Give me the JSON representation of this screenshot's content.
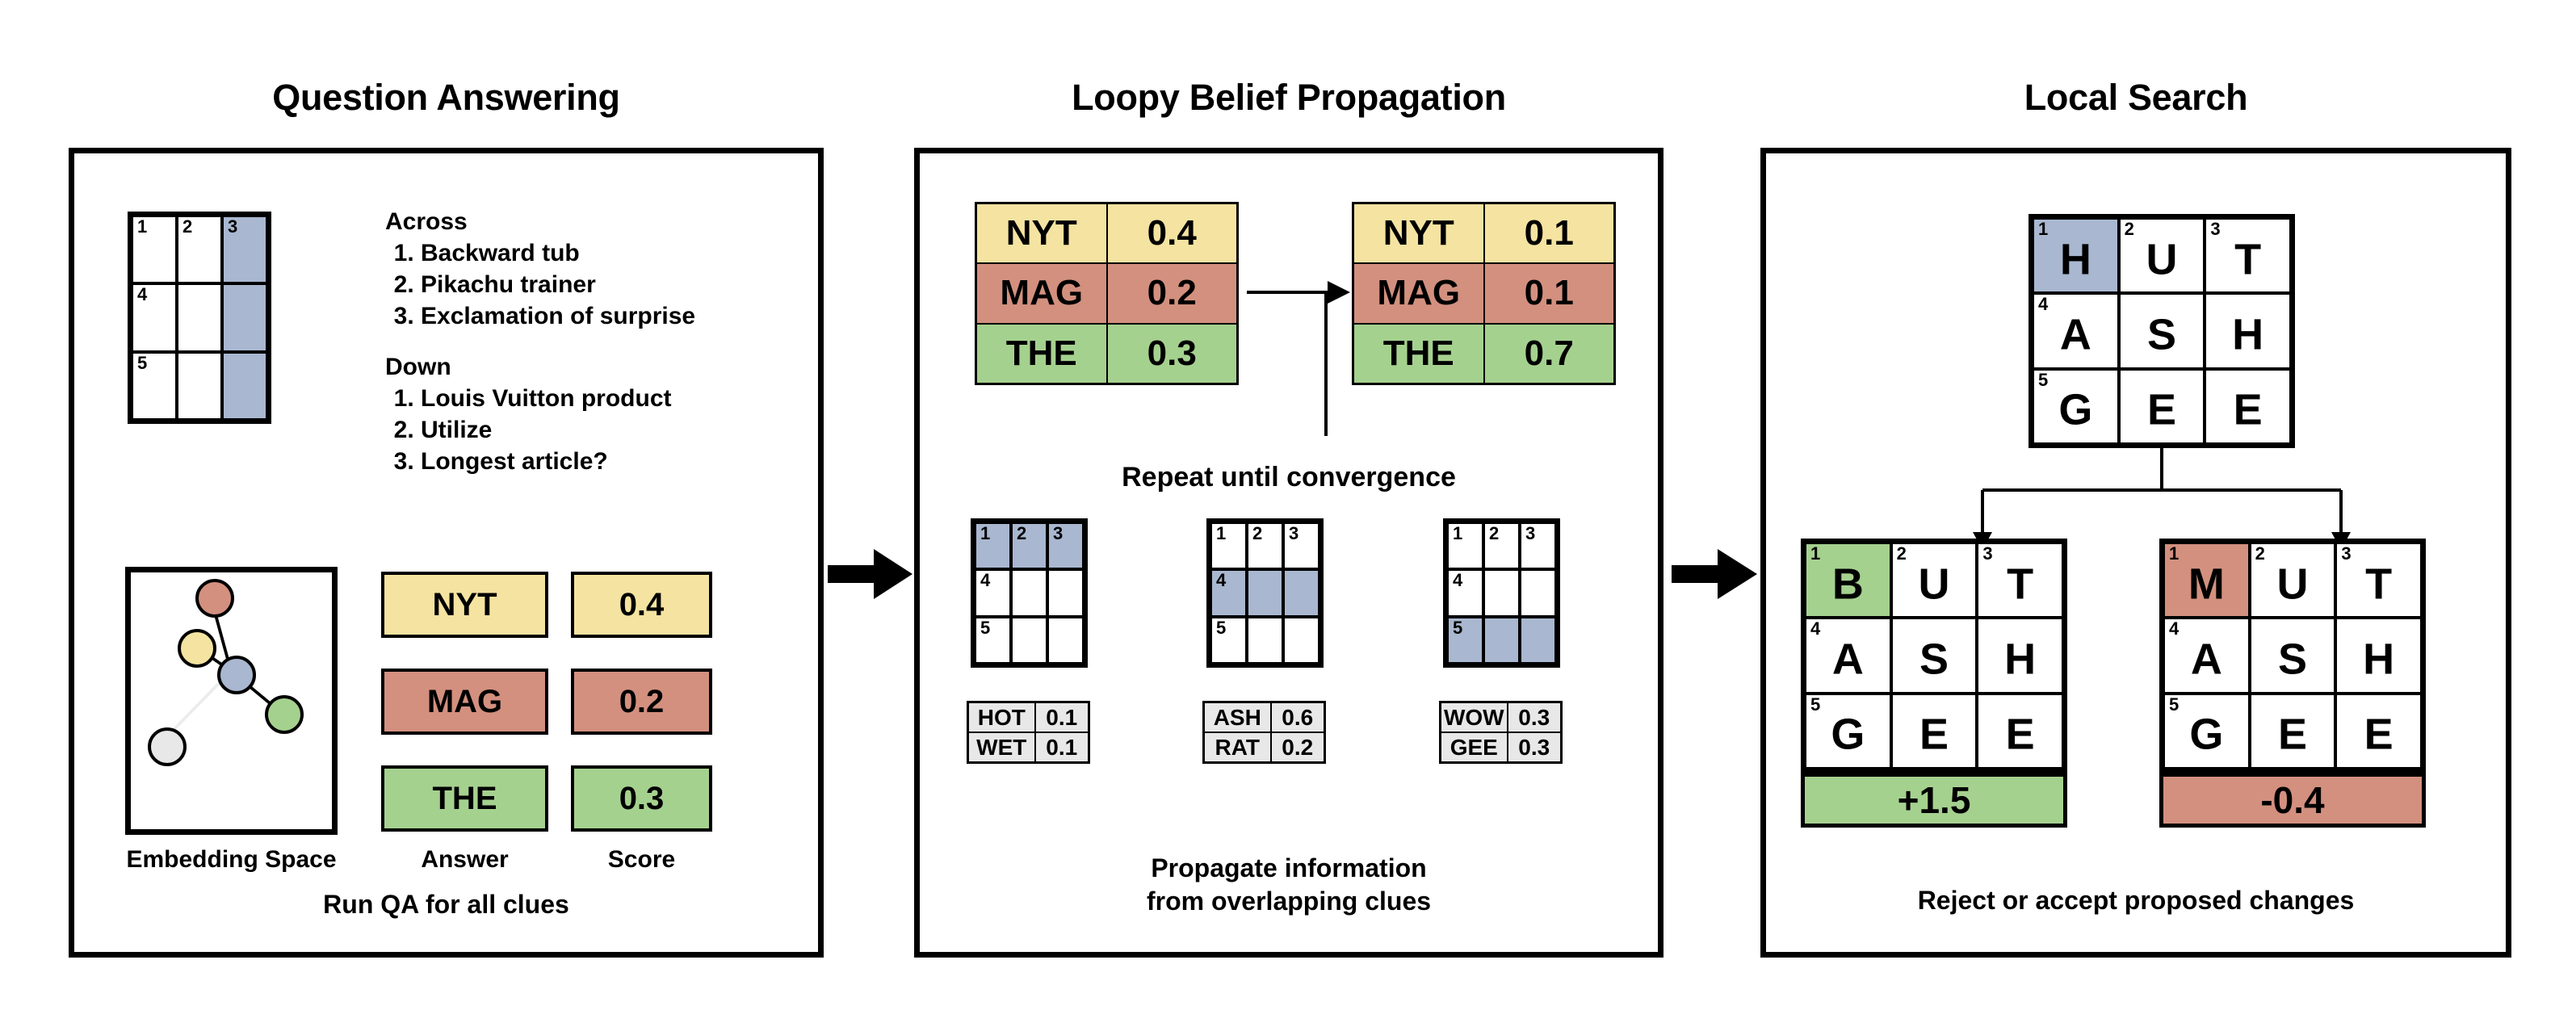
{
  "panels": [
    {
      "title": "Question Answering",
      "caption": "Run QA for all clues"
    },
    {
      "title": "Loopy Belief Propagation",
      "caption": "Propagate information\nfrom overlapping clues"
    },
    {
      "title": "Local Search",
      "caption": "Reject or accept proposed changes"
    }
  ],
  "qa": {
    "grid": {
      "rows": 3,
      "cols": 3,
      "cells": [
        {
          "num": "1",
          "letter": "",
          "fill": "white"
        },
        {
          "num": "2",
          "letter": "",
          "fill": "white"
        },
        {
          "num": "3",
          "letter": "",
          "fill": "blue"
        },
        {
          "num": "4",
          "letter": "",
          "fill": "white"
        },
        {
          "num": "",
          "letter": "",
          "fill": "white"
        },
        {
          "num": "",
          "letter": "",
          "fill": "blue"
        },
        {
          "num": "5",
          "letter": "",
          "fill": "white"
        },
        {
          "num": "",
          "letter": "",
          "fill": "white"
        },
        {
          "num": "",
          "letter": "",
          "fill": "blue"
        }
      ]
    },
    "clues": {
      "across_head": "Across",
      "across": [
        "Backward tub",
        "Pikachu trainer",
        "Exclamation of surprise"
      ],
      "down_head": "Down",
      "down": [
        "Louis Vuitton product",
        "Utilize",
        "Longest article?"
      ]
    },
    "embedding_label": "Embedding Space",
    "answer_label": "Answer",
    "score_label": "Score",
    "rows": [
      {
        "answer": "NYT",
        "score": "0.4",
        "color": "yellow"
      },
      {
        "answer": "MAG",
        "score": "0.2",
        "color": "red"
      },
      {
        "answer": "THE",
        "score": "0.3",
        "color": "green"
      }
    ],
    "embedding_nodes": [
      {
        "name": "node-red",
        "color": "#d3907f"
      },
      {
        "name": "node-yellow",
        "color": "#f5e3a1"
      },
      {
        "name": "node-blue",
        "color": "#a9b7d0"
      },
      {
        "name": "node-green",
        "color": "#a5d18f"
      },
      {
        "name": "node-gray",
        "color": "#e8e8e8"
      }
    ]
  },
  "lbp": {
    "repeat_label": "Repeat until convergence",
    "table_before": [
      {
        "answer": "NYT",
        "score": "0.4",
        "color": "yellow"
      },
      {
        "answer": "MAG",
        "score": "0.2",
        "color": "red"
      },
      {
        "answer": "THE",
        "score": "0.3",
        "color": "green"
      }
    ],
    "table_after": [
      {
        "answer": "NYT",
        "score": "0.1",
        "color": "yellow"
      },
      {
        "answer": "MAG",
        "score": "0.1",
        "color": "red"
      },
      {
        "answer": "THE",
        "score": "0.7",
        "color": "green"
      }
    ],
    "grids": [
      {
        "highlight": "row1",
        "cells": [
          {
            "num": "1",
            "fill": "blue"
          },
          {
            "num": "2",
            "fill": "blue"
          },
          {
            "num": "3",
            "fill": "blue"
          },
          {
            "num": "4",
            "fill": "white"
          },
          {
            "num": "",
            "fill": "white"
          },
          {
            "num": "",
            "fill": "white"
          },
          {
            "num": "5",
            "fill": "white"
          },
          {
            "num": "",
            "fill": "white"
          },
          {
            "num": "",
            "fill": "white"
          }
        ],
        "candidates": [
          {
            "word": "HOT",
            "score": "0.1"
          },
          {
            "word": "WET",
            "score": "0.1"
          }
        ]
      },
      {
        "highlight": "row2",
        "cells": [
          {
            "num": "1",
            "fill": "white"
          },
          {
            "num": "2",
            "fill": "white"
          },
          {
            "num": "3",
            "fill": "white"
          },
          {
            "num": "4",
            "fill": "blue"
          },
          {
            "num": "",
            "fill": "blue"
          },
          {
            "num": "",
            "fill": "blue"
          },
          {
            "num": "5",
            "fill": "white"
          },
          {
            "num": "",
            "fill": "white"
          },
          {
            "num": "",
            "fill": "white"
          }
        ],
        "candidates": [
          {
            "word": "ASH",
            "score": "0.6"
          },
          {
            "word": "RAT",
            "score": "0.2"
          }
        ]
      },
      {
        "highlight": "row3",
        "cells": [
          {
            "num": "1",
            "fill": "white"
          },
          {
            "num": "2",
            "fill": "white"
          },
          {
            "num": "3",
            "fill": "white"
          },
          {
            "num": "4",
            "fill": "white"
          },
          {
            "num": "",
            "fill": "white"
          },
          {
            "num": "",
            "fill": "white"
          },
          {
            "num": "5",
            "fill": "blue"
          },
          {
            "num": "",
            "fill": "blue"
          },
          {
            "num": "",
            "fill": "blue"
          }
        ],
        "candidates": [
          {
            "word": "WOW",
            "score": "0.3"
          },
          {
            "word": "GEE",
            "score": "0.3"
          }
        ]
      }
    ]
  },
  "local_search": {
    "parent_grid": [
      {
        "num": "1",
        "letter": "H",
        "fill": "blue"
      },
      {
        "num": "2",
        "letter": "U",
        "fill": "white"
      },
      {
        "num": "3",
        "letter": "T",
        "fill": "white"
      },
      {
        "num": "4",
        "letter": "A",
        "fill": "white"
      },
      {
        "num": "",
        "letter": "S",
        "fill": "white"
      },
      {
        "num": "",
        "letter": "H",
        "fill": "white"
      },
      {
        "num": "5",
        "letter": "G",
        "fill": "white"
      },
      {
        "num": "",
        "letter": "E",
        "fill": "white"
      },
      {
        "num": "",
        "letter": "E",
        "fill": "white"
      }
    ],
    "children": [
      {
        "name": "accepted-proposal",
        "cells": [
          {
            "num": "1",
            "letter": "B",
            "fill": "green"
          },
          {
            "num": "2",
            "letter": "U",
            "fill": "white"
          },
          {
            "num": "3",
            "letter": "T",
            "fill": "white"
          },
          {
            "num": "4",
            "letter": "A",
            "fill": "white"
          },
          {
            "num": "",
            "letter": "S",
            "fill": "white"
          },
          {
            "num": "",
            "letter": "H",
            "fill": "white"
          },
          {
            "num": "5",
            "letter": "G",
            "fill": "white"
          },
          {
            "num": "",
            "letter": "E",
            "fill": "white"
          },
          {
            "num": "",
            "letter": "E",
            "fill": "white"
          }
        ],
        "score": "+1.5",
        "score_color": "green"
      },
      {
        "name": "rejected-proposal",
        "cells": [
          {
            "num": "1",
            "letter": "M",
            "fill": "red"
          },
          {
            "num": "2",
            "letter": "U",
            "fill": "white"
          },
          {
            "num": "3",
            "letter": "T",
            "fill": "white"
          },
          {
            "num": "4",
            "letter": "A",
            "fill": "white"
          },
          {
            "num": "",
            "letter": "S",
            "fill": "white"
          },
          {
            "num": "",
            "letter": "H",
            "fill": "white"
          },
          {
            "num": "5",
            "letter": "G",
            "fill": "white"
          },
          {
            "num": "",
            "letter": "E",
            "fill": "white"
          },
          {
            "num": "",
            "letter": "E",
            "fill": "white"
          }
        ],
        "score": "-0.4",
        "score_color": "red"
      }
    ]
  },
  "colors": {
    "blue": "#a9b7d0",
    "yellow": "#f5e3a1",
    "red": "#d3907f",
    "green": "#a5d18f",
    "gray": "#e8e8e8",
    "outline": "#000000"
  }
}
